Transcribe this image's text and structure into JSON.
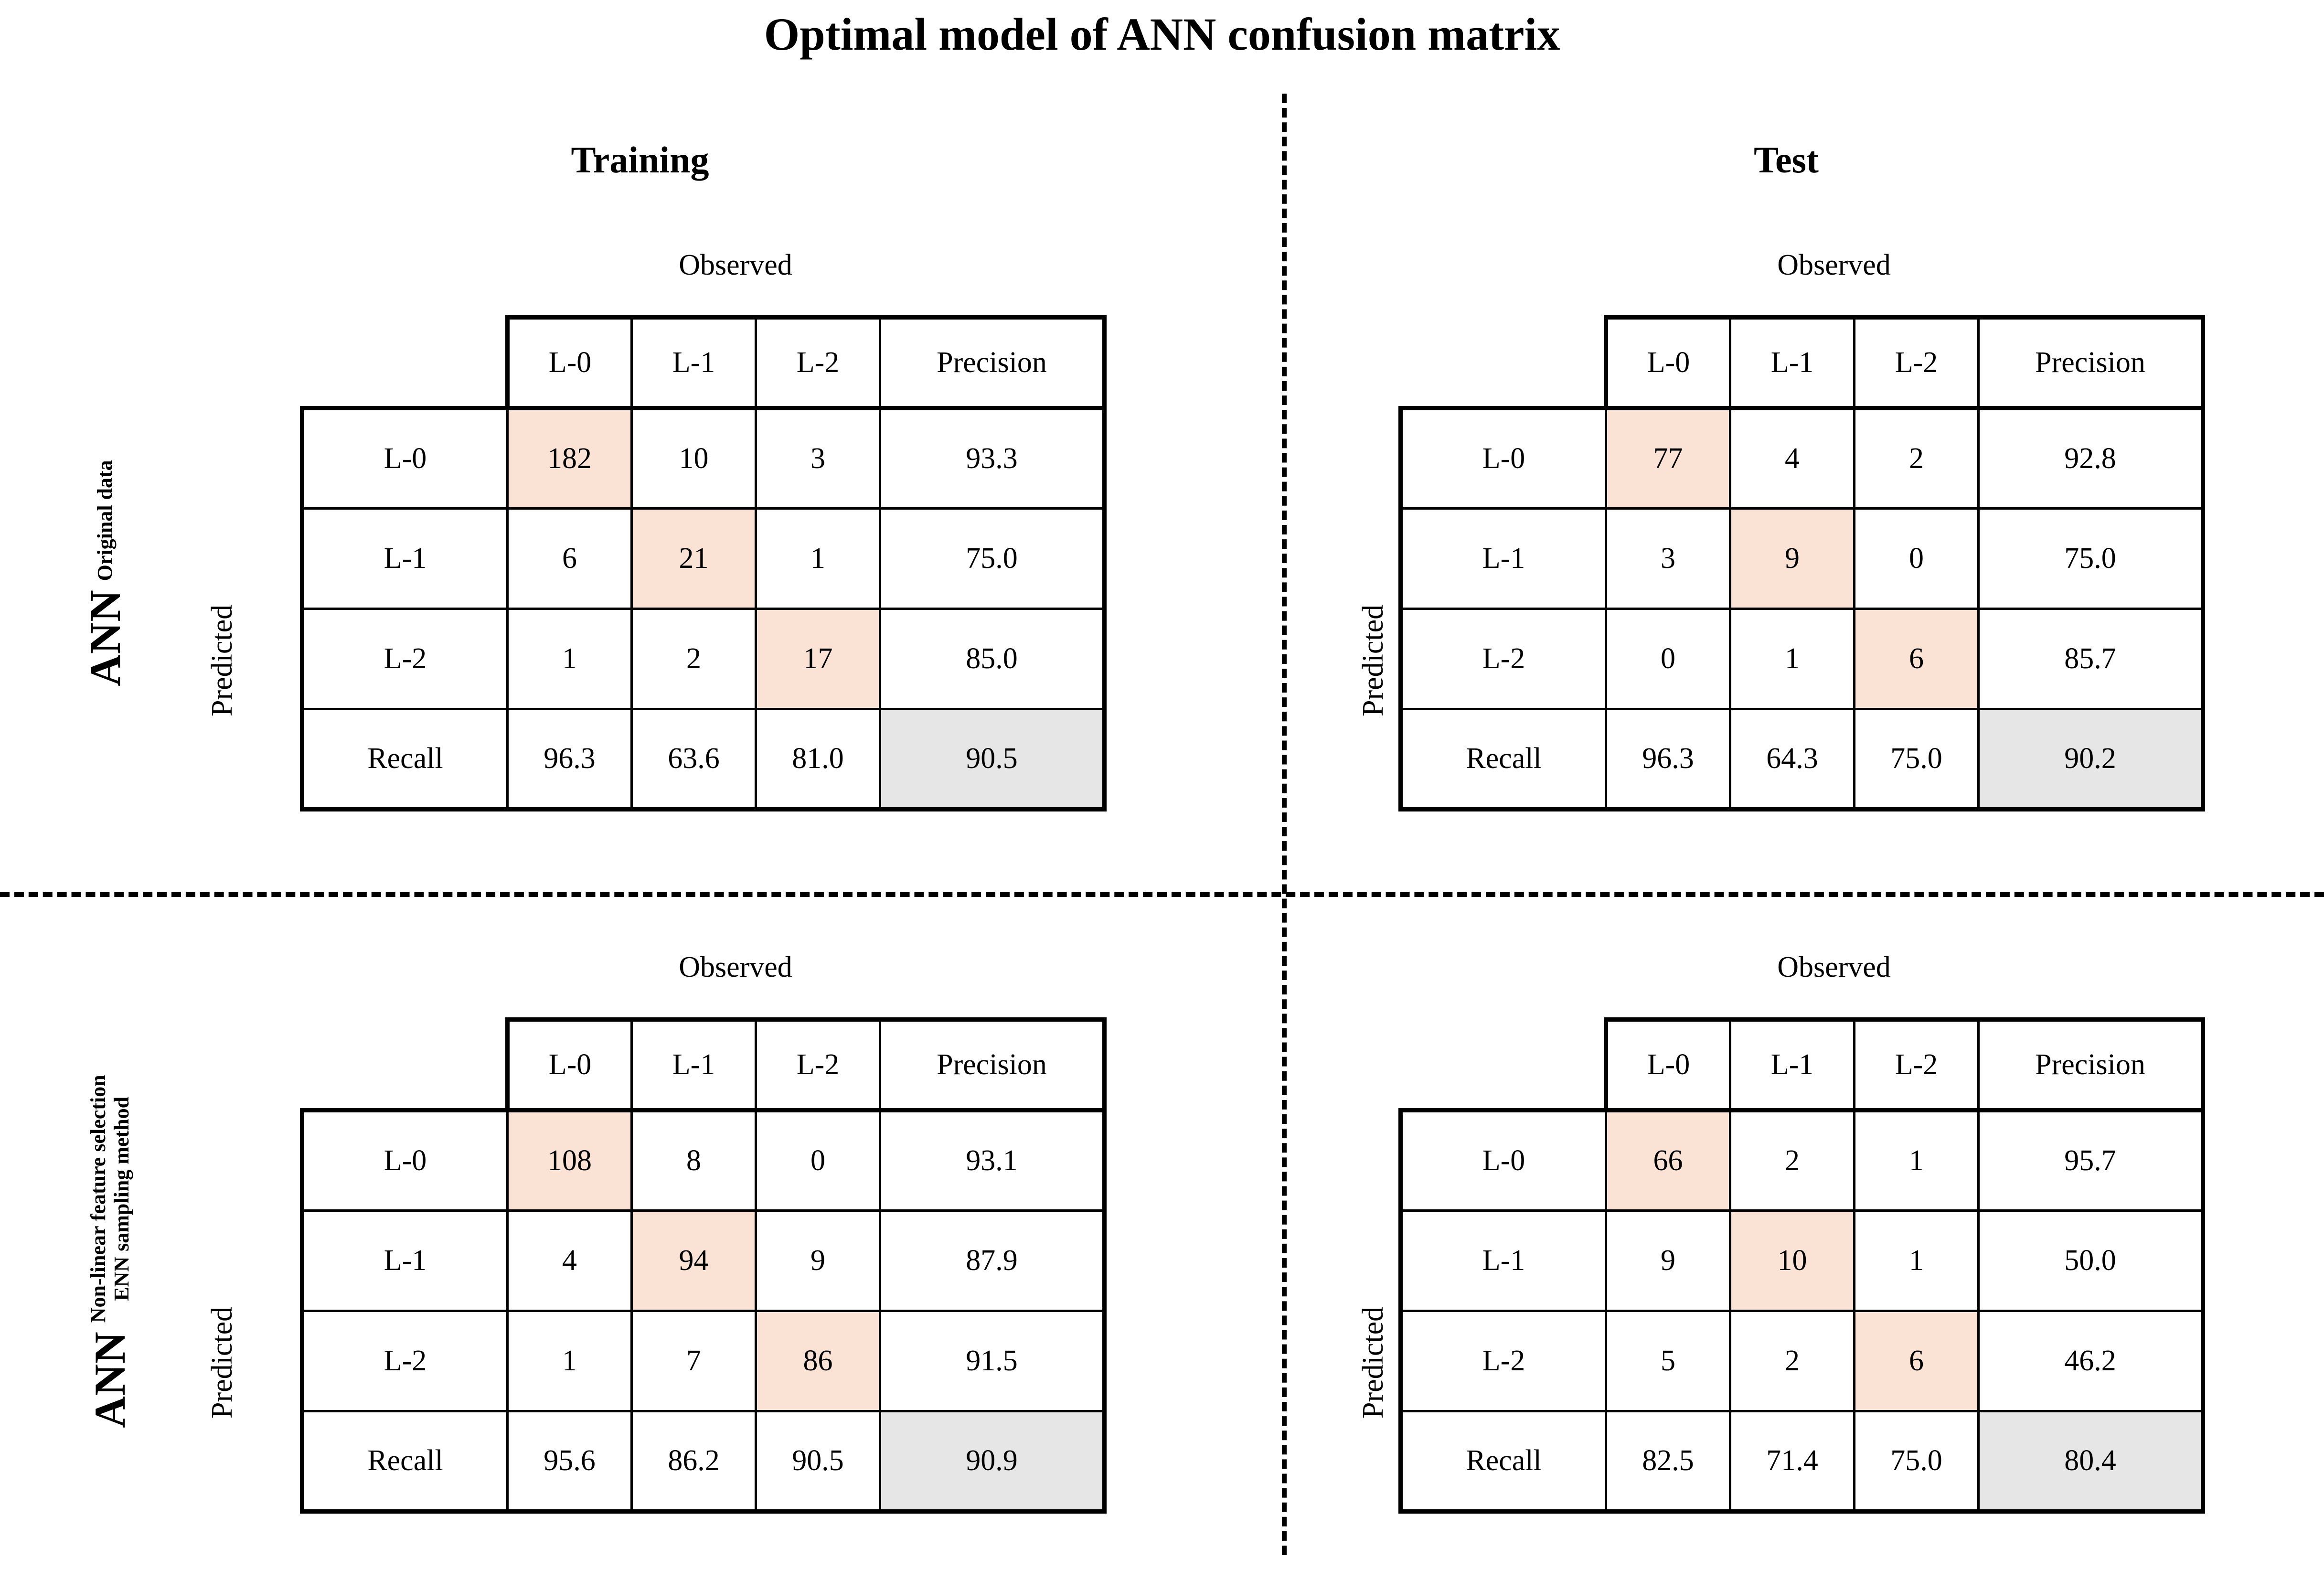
{
  "figure": {
    "title": "Optimal model of ANN confusion matrix"
  },
  "colors": {
    "diagonal_highlight": "#FAE3D4",
    "overall_accuracy_cell": "#E6E6E6",
    "border": "#000000",
    "background": "#FFFFFF"
  },
  "columns": {
    "training_heading": "Training",
    "test_heading": "Test",
    "observed_axis_label": "Observed",
    "predicted_axis_label": "Predicted"
  },
  "rows": {
    "top": {
      "main": "ANN",
      "sub_line1": "Original data",
      "sub_line2": ""
    },
    "bottom": {
      "main": "ANN",
      "sub_line1": "Non-linear feature selection",
      "sub_line2": "ENN sampling method"
    }
  },
  "headers": {
    "classes": [
      "L-0",
      "L-1",
      "L-2"
    ],
    "precision": "Precision",
    "recall": "Recall"
  },
  "chart_data": {
    "type": "table",
    "title": "Optimal model of ANN confusion matrix",
    "categories": [
      "L-0",
      "L-1",
      "L-2"
    ],
    "panels": [
      {
        "id": "ann-original-training",
        "row_group": "ANN / Original data",
        "column_group": "Training",
        "x_axis": "Observed",
        "y_axis": "Predicted",
        "matrix": [
          [
            182,
            10,
            3
          ],
          [
            6,
            21,
            1
          ],
          [
            1,
            2,
            17
          ]
        ],
        "precision": [
          "93.3",
          "75.0",
          "85.0"
        ],
        "recall": [
          "96.3",
          "63.6",
          "81.0"
        ],
        "overall_accuracy": "90.5"
      },
      {
        "id": "ann-original-test",
        "row_group": "ANN / Original data",
        "column_group": "Test",
        "x_axis": "Observed",
        "y_axis": "Predicted",
        "matrix": [
          [
            77,
            4,
            2
          ],
          [
            3,
            9,
            0
          ],
          [
            0,
            1,
            6
          ]
        ],
        "precision": [
          "92.8",
          "75.0",
          "85.7"
        ],
        "recall": [
          "96.3",
          "64.3",
          "75.0"
        ],
        "overall_accuracy": "90.2"
      },
      {
        "id": "ann-nlfs-enn-training",
        "row_group": "ANN / Non-linear feature selection ENN sampling method",
        "column_group": "Training",
        "x_axis": "Observed",
        "y_axis": "Predicted",
        "matrix": [
          [
            108,
            8,
            0
          ],
          [
            4,
            94,
            9
          ],
          [
            1,
            7,
            86
          ]
        ],
        "precision": [
          "93.1",
          "87.9",
          "91.5"
        ],
        "recall": [
          "95.6",
          "86.2",
          "90.5"
        ],
        "overall_accuracy": "90.9"
      },
      {
        "id": "ann-nlfs-enn-test",
        "row_group": "ANN / Non-linear feature selection ENN sampling method",
        "column_group": "Test",
        "x_axis": "Observed",
        "y_axis": "Predicted",
        "matrix": [
          [
            66,
            2,
            1
          ],
          [
            9,
            10,
            1
          ],
          [
            5,
            2,
            6
          ]
        ],
        "precision": [
          "95.7",
          "50.0",
          "46.2"
        ],
        "recall": [
          "82.5",
          "71.4",
          "75.0"
        ],
        "overall_accuracy": "80.4"
      }
    ]
  }
}
